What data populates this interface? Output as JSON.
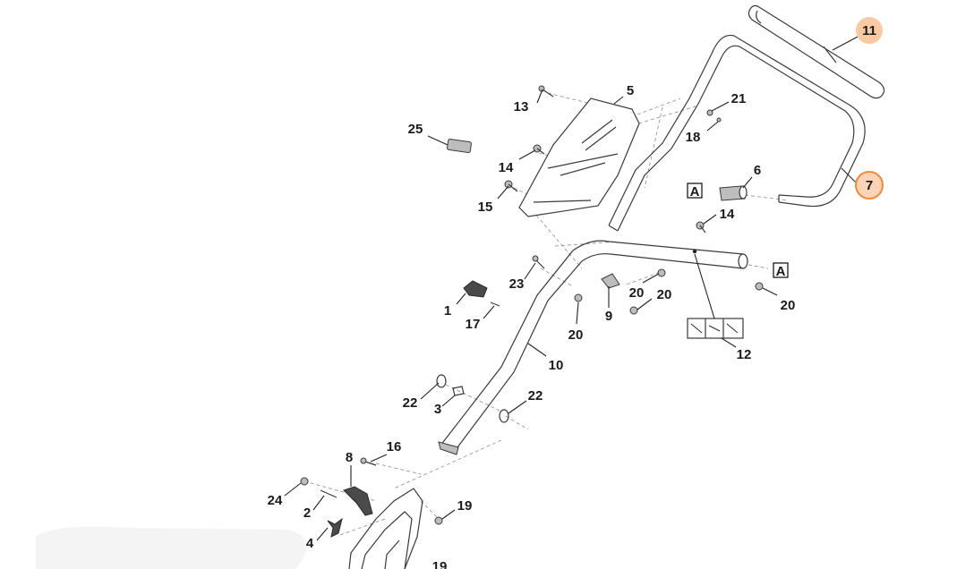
{
  "labels": {
    "l1": "1",
    "l2": "2",
    "l3": "3",
    "l4": "4",
    "l5": "5",
    "l6": "6",
    "l7": "7",
    "l8": "8",
    "l9": "9",
    "l10": "10",
    "l11": "11",
    "l12": "12",
    "l13": "13",
    "l14a": "14",
    "l14b": "14",
    "l15": "15",
    "l16": "16",
    "l17": "17",
    "l18": "18",
    "l19a": "19",
    "l19b": "19",
    "l20a": "20",
    "l20b": "20",
    "l20c": "20",
    "l20d": "20",
    "l21": "21",
    "l22a": "22",
    "l22b": "22",
    "l23": "23",
    "l24": "24",
    "l25": "25",
    "refA1": "A",
    "refA2": "A"
  },
  "colors": {
    "highlight_fill": "#fbd3b6",
    "highlight_stroke": "#f08a3c",
    "line": "#3a3a3a"
  }
}
